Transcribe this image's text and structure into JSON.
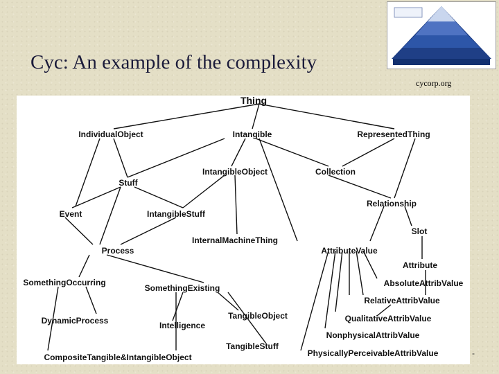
{
  "title": "Cyc: An example of the complexity",
  "source_url": "cycorp.org",
  "diagram": {
    "nodes": {
      "thing": "Thing",
      "individual_object": "IndividualObject",
      "intangible": "Intangible",
      "represented_thing": "RepresentedThing",
      "intangible_object": "IntangibleObject",
      "collection": "Collection",
      "stuff": "Stuff",
      "relationship": "Relationship",
      "event": "Event",
      "intangible_stuff": "IntangibleStuff",
      "slot": "Slot",
      "internal_machine_thing": "InternalMachineThing",
      "process": "Process",
      "attribute_value": "AttributeValue",
      "attribute": "Attribute",
      "something_occurring": "SomethingOccurring",
      "something_existing": "SomethingExisting",
      "absolute_attrib_value": "AbsoluteAttribValue",
      "relative_attrib_value": "RelativeAttribValue",
      "tangible_object": "TangibleObject",
      "dynamic_process": "DynamicProcess",
      "intelligence": "Intelligence",
      "qualitative_attrib_value": "QualitativeAttribValue",
      "nonphysical_attrib_value": "NonphysicalAttribValue",
      "tangible_stuff": "TangibleStuff",
      "composite": "CompositeTangible&IntangibleObject",
      "physically_perceivable": "PhysicallyPerceivableAttribValue"
    }
  },
  "dash": "-"
}
